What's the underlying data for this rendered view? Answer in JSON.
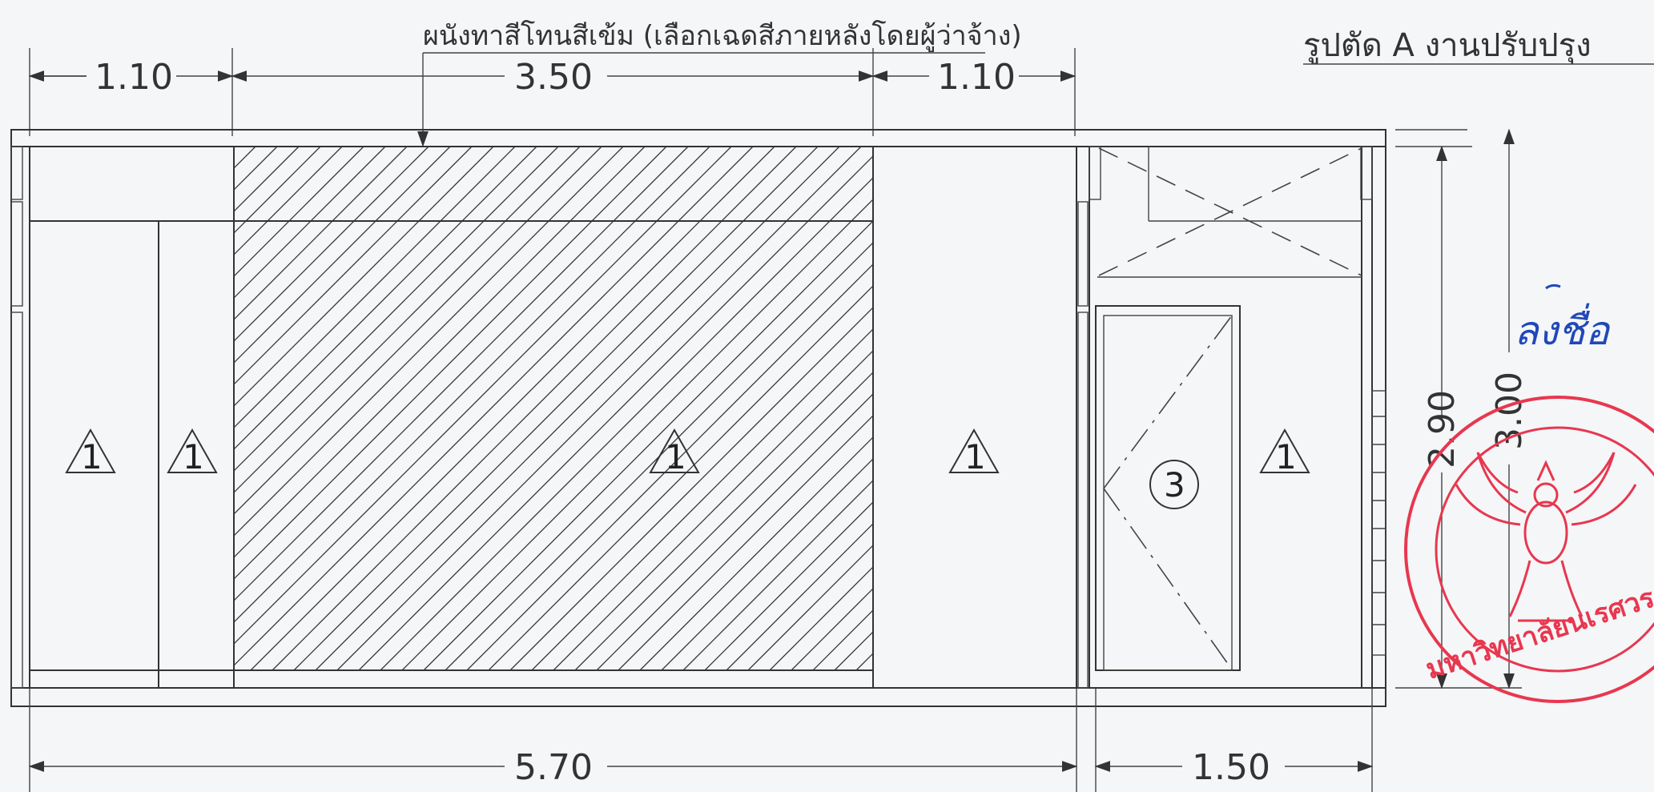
{
  "title": "รูปตัด A งานปรับปรุง",
  "note": "ผนังทาสีโทนสีเข้ม (เลือกเฉดสีภายหลังโดยผู้ว่าจ้าง)",
  "dimensions": {
    "top_left": "1.10",
    "top_center": "3.50",
    "top_right": "1.10",
    "bottom_main": "5.70",
    "bottom_right": "1.50",
    "height_inner": "2.90",
    "height_outer": "3.00"
  },
  "tags": {
    "panel_1": "1",
    "panel_2": "1",
    "panel_3": "1",
    "panel_4": "1",
    "panel_5": "1",
    "door": "3"
  },
  "stamp": {
    "text": "มหาวิทยาลัยนเรศวร",
    "emblem": "garuda-emblem",
    "color": "#e8374f"
  },
  "signature": {
    "text": "ลงชื่อ",
    "color": "#2148b8"
  }
}
